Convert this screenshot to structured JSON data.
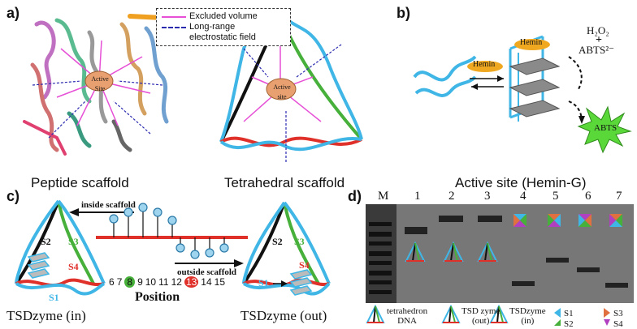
{
  "panels": {
    "a": {
      "label": "a)",
      "legend": {
        "excluded": "Excluded volume",
        "longrange_1": "Long-range",
        "longrange_2": "electrostatic field"
      },
      "active_site_1": "Active\nSite",
      "active_site_2": "Active\nsite",
      "caption_left": "Peptide scaffold",
      "caption_right": "Tetrahedral scaffold"
    },
    "b": {
      "label": "b)",
      "hemin_left": "Hemin",
      "hemin_right": "Hemin",
      "h2o2": "H₂O₂",
      "plus": "+",
      "abts_top": "ABTS²⁻",
      "abts_star": "ABTS",
      "caption": "Active site (Hemin-G)"
    },
    "c": {
      "label": "c)",
      "inside": "inside scaffold",
      "outside": "outside scaffold",
      "positions": [
        "6",
        "7",
        "8",
        "9",
        "10",
        "11",
        "12",
        "13",
        "14",
        "15"
      ],
      "position_label": "Position",
      "strands_left": {
        "s1": "S1",
        "s2": "S2",
        "s3": "S3",
        "s4": "S4"
      },
      "strands_right": {
        "s1": "S1",
        "s2": "S2",
        "s3": "S3",
        "s4": "S4"
      },
      "caption_left": "TSDzyme (in)",
      "caption_right": "TSDzyme (out)"
    },
    "d": {
      "label": "d)",
      "lanes": [
        "M",
        "1",
        "2",
        "3",
        "4",
        "5",
        "6",
        "7"
      ],
      "legend": {
        "tetra": "tetrahedron\nDNA",
        "tsd_out": "TSD zyme\n(out)",
        "tsd_in": "TSDzyme\n(in)",
        "s1": "S1",
        "s2": "S2",
        "s3": "S3",
        "s4": "S4"
      }
    }
  },
  "colors": {
    "black_strand": "#111111",
    "green_strand": "#46b03a",
    "red_strand": "#e0302a",
    "blue_strand": "#3fb6e6",
    "pink_arrow": "#e64fd6",
    "blue_dash": "#2b2bb0",
    "active_site": "#e8a070",
    "hemin": "#f0a820",
    "abts_star": "#5ad83a"
  }
}
